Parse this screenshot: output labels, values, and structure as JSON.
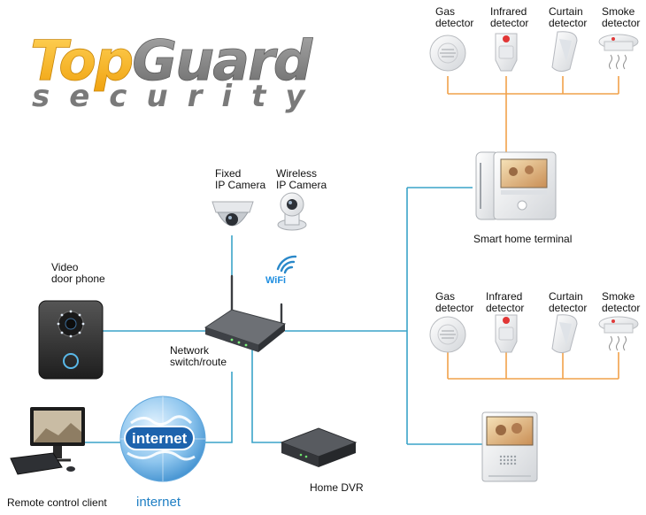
{
  "logo": {
    "top_part1": "Top",
    "top_part2": "Guard",
    "sub": "security",
    "colors": {
      "yellow": "#f2b01e",
      "gray": "#8c8c8c"
    }
  },
  "sensors_top": [
    {
      "line1": "Gas",
      "line2": "detector",
      "icon": "gas-detector-icon"
    },
    {
      "line1": "Infrared",
      "line2": "detector",
      "icon": "infrared-detector-icon"
    },
    {
      "line1": "Curtain",
      "line2": "detector",
      "icon": "curtain-detector-icon"
    },
    {
      "line1": "Smoke",
      "line2": "detector",
      "icon": "smoke-detector-icon"
    }
  ],
  "sensors_bottom": [
    {
      "line1": "Gas",
      "line2": "detector",
      "icon": "gas-detector-icon"
    },
    {
      "line1": "Infrared",
      "line2": "detector",
      "icon": "infrared-detector-icon"
    },
    {
      "line1": "Curtain",
      "line2": "detector",
      "icon": "curtain-detector-icon"
    },
    {
      "line1": "Smoke",
      "line2": "detector",
      "icon": "smoke-detector-icon"
    }
  ],
  "cameras": {
    "fixed": {
      "line1": "Fixed",
      "line2": "IP Camera",
      "icon": "dome-camera-icon"
    },
    "wireless": {
      "line1": "Wireless",
      "line2": "IP Camera",
      "icon": "ptz-camera-icon"
    }
  },
  "wifi_label": "WiFi",
  "door_phone": {
    "line1": "Video",
    "line2": "door phone",
    "icon": "door-phone-icon"
  },
  "switch": {
    "line1": "Network",
    "line2": "switch/route",
    "icon": "router-icon"
  },
  "globe": {
    "badge": "internet",
    "caption": "internet",
    "icon": "globe-icon"
  },
  "remote_client": {
    "label": "Remote control client",
    "icon": "monitor-icon"
  },
  "dvr": {
    "label": "Home DVR",
    "icon": "dvr-icon"
  },
  "smart_terminal": {
    "label": "Smart home terminal",
    "icon": "indoor-monitor-icon"
  },
  "colors": {
    "link_blue": "#3aa3c8",
    "link_orange": "#f1a24a",
    "wifi_blue": "#2a88c9",
    "internet_blue": "#1f7fc4"
  }
}
